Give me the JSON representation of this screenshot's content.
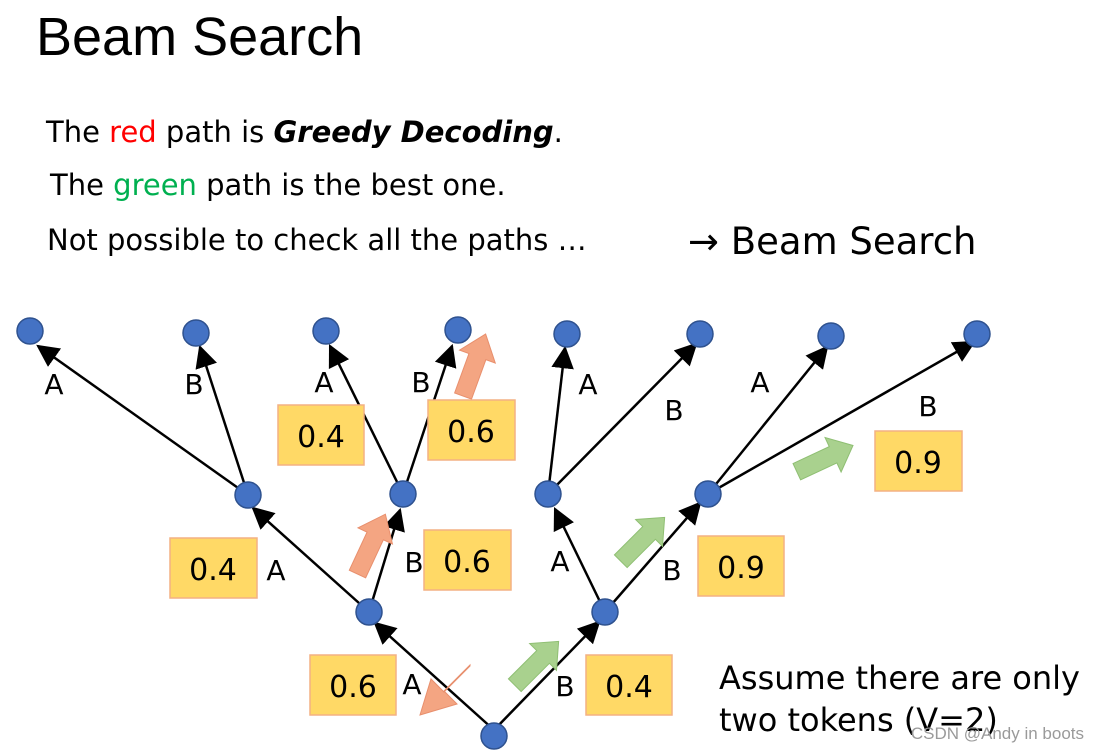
{
  "title": "Beam Search",
  "text": {
    "line1": {
      "pre": "The ",
      "red": "red",
      "mid": " path is ",
      "emph": "Greedy Decoding",
      "post": "."
    },
    "line2": {
      "pre": "The ",
      "green": "green",
      "post": " path is the best one."
    },
    "line3": "Not possible to check all the paths …",
    "beam": "→ Beam Search",
    "assume_line1": "Assume there are only",
    "assume_line2": "two tokens (V=2)"
  },
  "tokens": {
    "a": "A",
    "b": "B"
  },
  "probabilities": {
    "root_a": "0.6",
    "root_b": "0.4",
    "a_a": "0.4",
    "a_b": "0.6",
    "b_b": "0.9",
    "ab_a": "0.4",
    "ab_b": "0.6",
    "bb_b": "0.9"
  },
  "colors": {
    "node": "#4472c4",
    "box_fill": "#ffd966",
    "box_border": "#f4b183",
    "greedy_red": "#ff0000",
    "best_green": "#00b050",
    "greedy_arrow": "#f4a582",
    "best_arrow": "#a9d18e"
  },
  "watermark": "CSDN @Andy in boots"
}
